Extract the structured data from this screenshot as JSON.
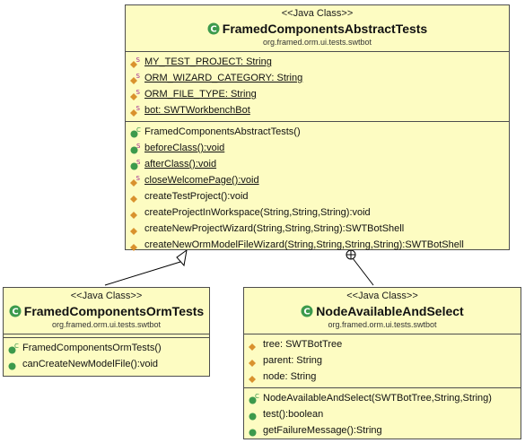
{
  "classes": {
    "abstract": {
      "stereotype": "<<Java Class>>",
      "name": "FramedComponentsAbstractTests",
      "package": "org.framed.orm.ui.tests.swtbot",
      "fields": [
        "MY_TEST_PROJECT: String",
        "ORM_WIZARD_CATEGORY: String",
        "ORM_FILE_TYPE: String",
        "bot: SWTWorkbenchBot"
      ],
      "methods": [
        "FramedComponentsAbstractTests()",
        "beforeClass():void",
        "afterClass():void",
        "closeWelcomePage():void",
        "createTestProject():void",
        "createProjectInWorkspace(String,String,String):void",
        "createNewProjectWizard(String,String,String):SWTBotShell",
        "createNewOrmModelFileWizard(String,String,String,String):SWTBotShell"
      ]
    },
    "orm_tests": {
      "stereotype": "<<Java Class>>",
      "name": "FramedComponentsOrmTests",
      "package": "org.framed.orm.ui.tests.swtbot",
      "methods": [
        "FramedComponentsOrmTests()",
        "canCreateNewModelFile():void"
      ]
    },
    "node_select": {
      "stereotype": "<<Java Class>>",
      "name": "NodeAvailableAndSelect",
      "package": "org.framed.orm.ui.tests.swtbot",
      "fields": [
        "tree: SWTBotTree",
        "parent: String",
        "node: String"
      ],
      "methods": [
        "NodeAvailableAndSelect(SWTBotTree,String,String)",
        "test():boolean",
        "getFailureMessage():String"
      ]
    }
  },
  "colors": {
    "class_fill": "#fdfcc2",
    "border": "#4d4d4d",
    "class_icon": "#3c9a4c",
    "field_icon": "#d9922e",
    "static_marker": "#a0228c",
    "public_dot": "#3c9a4c"
  },
  "icons": {
    "class": "class-c-icon",
    "field_protected": "orange-diamond-icon",
    "method_public": "green-circle-icon",
    "method_protected": "orange-diamond-icon",
    "constructor_marker": "c-superscript-icon",
    "static_marker": "s-superscript-icon"
  }
}
